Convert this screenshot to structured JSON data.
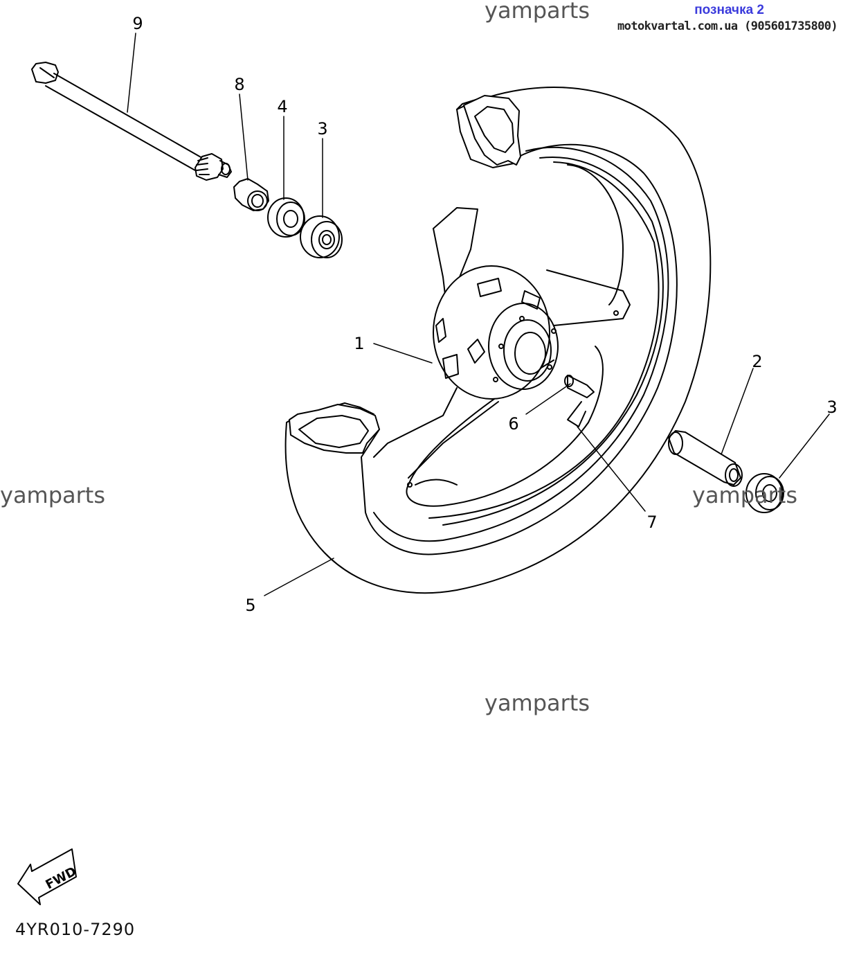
{
  "header": {
    "badge": "позначка 2",
    "site": "motokvartal.com.ua (905601735800)"
  },
  "watermarks": [
    "yamparts",
    "yamparts",
    "yamparts",
    "yamparts"
  ],
  "callouts": [
    "9",
    "8",
    "4",
    "3",
    "1",
    "6",
    "7",
    "5",
    "2",
    "3"
  ],
  "fwd_label": "FWD",
  "diagram_code": "4YR010-7290",
  "colors": {
    "ink": "#000000",
    "badge": "#3b3bdc",
    "watermark": "#555555"
  }
}
